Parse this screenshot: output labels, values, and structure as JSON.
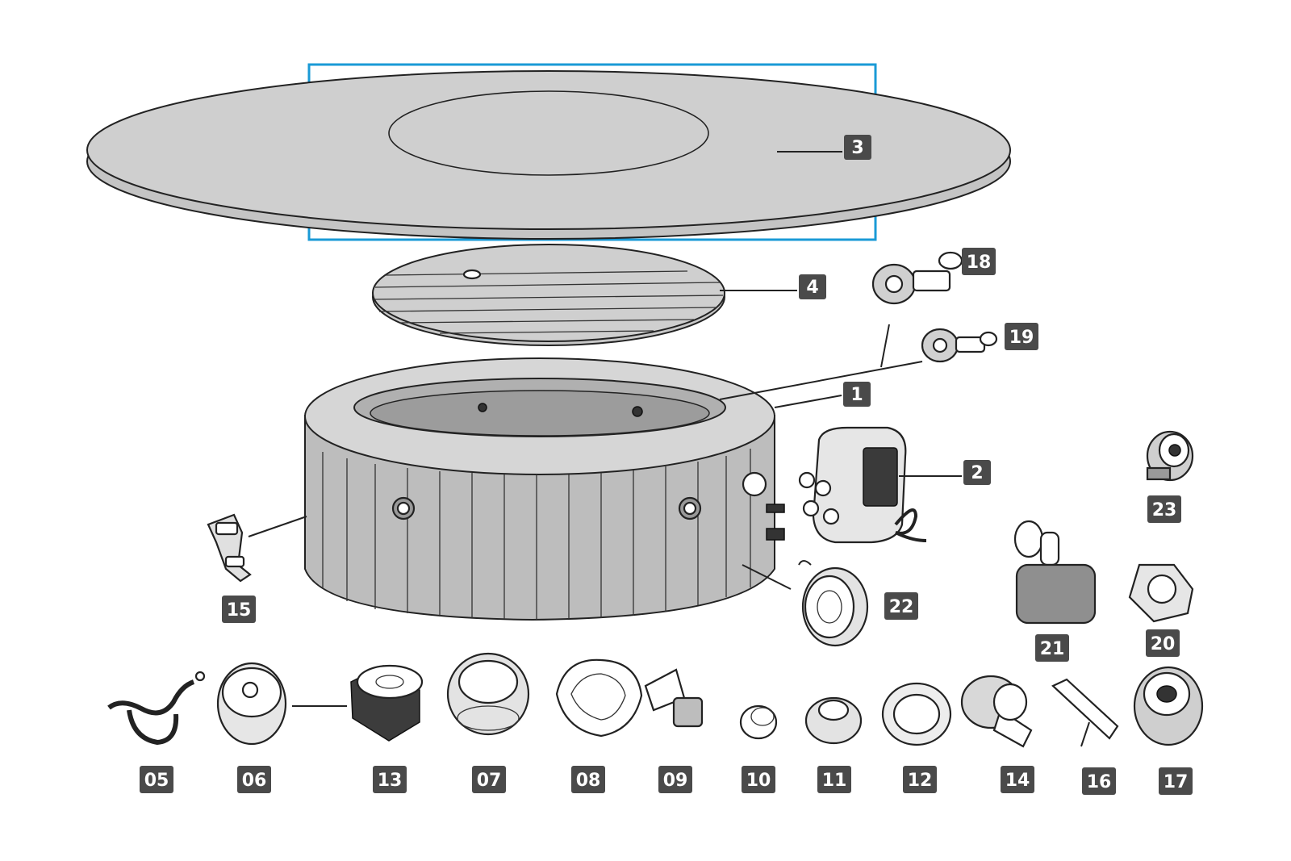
{
  "diagram": {
    "highlight_color": "#1a9ad6",
    "label_color": "#4a4a4a",
    "parts": [
      {
        "id": "p3",
        "label": "3",
        "name": "cover"
      },
      {
        "id": "p4",
        "label": "4",
        "name": "inner-lid"
      },
      {
        "id": "p18",
        "label": "18",
        "name": "air-jet-a"
      },
      {
        "id": "p19",
        "label": "19",
        "name": "air-jet-b"
      },
      {
        "id": "p1",
        "label": "1",
        "name": "spa-pool"
      },
      {
        "id": "p2",
        "label": "2",
        "name": "pump-control-unit"
      },
      {
        "id": "p23",
        "label": "23",
        "name": "valve-cap"
      },
      {
        "id": "p15",
        "label": "15",
        "name": "buckle"
      },
      {
        "id": "p22",
        "label": "22",
        "name": "filter-housing"
      },
      {
        "id": "p21",
        "label": "21",
        "name": "headrest"
      },
      {
        "id": "p20",
        "label": "20",
        "name": "connector-nut"
      },
      {
        "id": "p05",
        "label": "05",
        "name": "inflation-hose"
      },
      {
        "id": "p06",
        "label": "06",
        "name": "filter-cap"
      },
      {
        "id": "p13",
        "label": "13",
        "name": "filter-cartridge"
      },
      {
        "id": "p07",
        "label": "07",
        "name": "strainer"
      },
      {
        "id": "p08",
        "label": "08",
        "name": "lock-ring"
      },
      {
        "id": "p09",
        "label": "09",
        "name": "hose-adapter"
      },
      {
        "id": "p10",
        "label": "10",
        "name": "small-cap"
      },
      {
        "id": "p11",
        "label": "11",
        "name": "plug"
      },
      {
        "id": "p12",
        "label": "12",
        "name": "gasket-ring"
      },
      {
        "id": "p14",
        "label": "14",
        "name": "drain-valve"
      },
      {
        "id": "p16",
        "label": "16",
        "name": "wrench"
      },
      {
        "id": "p17",
        "label": "17",
        "name": "valve-body"
      }
    ]
  }
}
